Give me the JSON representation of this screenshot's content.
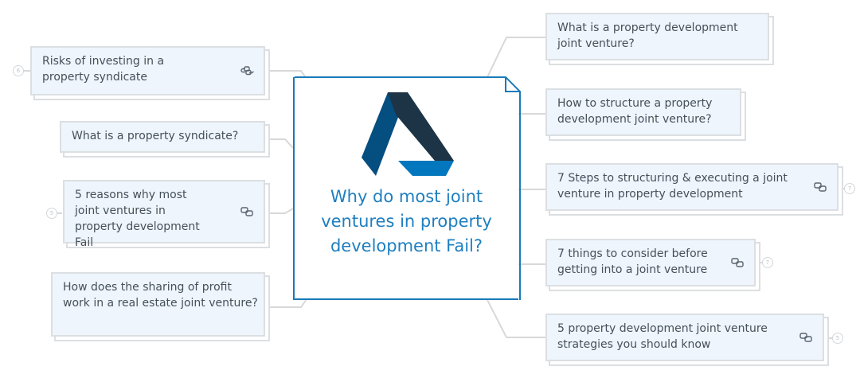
{
  "central_topic": {
    "title": "Why do most joint ventures in property development Fail?",
    "logo": "triangle-a-logo",
    "border_color": "#1a7ab8",
    "text_color": "#1e7fc0"
  },
  "colors": {
    "node_fill": "#eef5fc",
    "node_border": "#dcdfe2",
    "connector": "#d8d8d8",
    "logo_left": "#044e80",
    "logo_right": "#1d3446",
    "logo_base": "#0377bd"
  },
  "left_topics": [
    {
      "label": "Risks of investing in a property syndicate",
      "has_link": true,
      "collapsed_count": "6"
    },
    {
      "label": "What is a property syndicate?",
      "has_link": false,
      "collapsed_count": null
    },
    {
      "label": "5 reasons why most joint ventures in property development Fail",
      "has_link": true,
      "collapsed_count": "5"
    },
    {
      "label": "How does the sharing of profit work in a real estate joint venture?",
      "has_link": false,
      "collapsed_count": null
    }
  ],
  "right_topics": [
    {
      "label": "What is a property development joint venture?",
      "has_link": false,
      "collapsed_count": null
    },
    {
      "label": "How to structure a property development joint venture?",
      "has_link": false,
      "collapsed_count": null
    },
    {
      "label": "7 Steps to structuring & executing a joint venture in property development",
      "has_link": true,
      "collapsed_count": "7"
    },
    {
      "label": "7 things to consider before getting into a joint venture",
      "has_link": true,
      "collapsed_count": "7"
    },
    {
      "label": "5 property development joint venture strategies you should know",
      "has_link": true,
      "collapsed_count": "5"
    }
  ]
}
